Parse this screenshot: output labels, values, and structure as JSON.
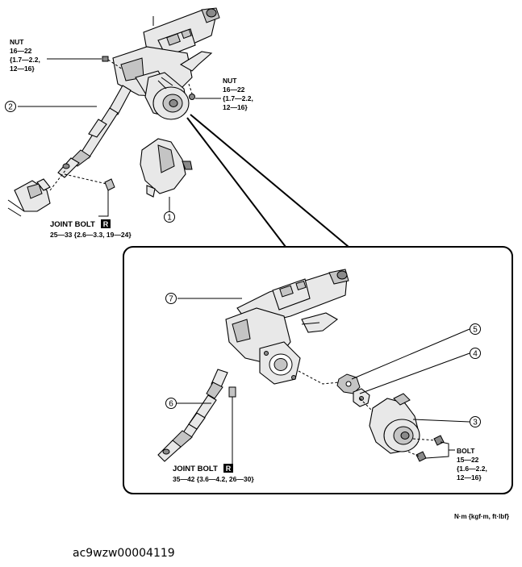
{
  "labels": {
    "nut_left": {
      "l1": "NUT",
      "l2": "16—22",
      "l3": "{1.7—2.2,",
      "l4": "12—16}"
    },
    "nut_right": {
      "l1": "NUT",
      "l2": "16—22",
      "l3": "{1.7—2.2,",
      "l4": "12—16}"
    },
    "joint_bolt_top": {
      "title": "JOINT BOLT",
      "badge": "R",
      "torque": "25—33 {2.6—3.3, 19—24}"
    },
    "joint_bolt_bottom": {
      "title": "JOINT BOLT",
      "badge": "R",
      "torque": "35—42 {3.6—4.2, 26—30}"
    },
    "bolt": {
      "l1": "BOLT",
      "l2": "15—22",
      "l3": "{1.6—2.2,",
      "l4": "12—16}"
    }
  },
  "callouts": [
    "1",
    "2",
    "3",
    "4",
    "5",
    "6",
    "7"
  ],
  "units": "N·m {kgf·m, ft·lbf}",
  "figure_id": "ac9wzw00004119"
}
